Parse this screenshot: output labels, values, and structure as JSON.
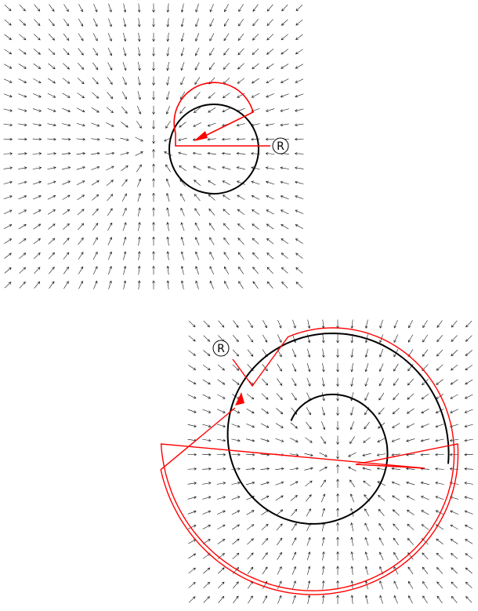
{
  "diagrams": [
    {
      "id": "top",
      "field": {
        "type": "radial-inflow",
        "rows": 20,
        "cols": 21
      },
      "marker_label": "R",
      "curve_black": "circle",
      "curve_red": "wedge-contour",
      "arrow_color": "#ff0000",
      "curve_color": "#000000"
    },
    {
      "id": "bottom",
      "field": {
        "type": "radial-inflow",
        "rows": 20,
        "cols": 21
      },
      "marker_label": "R",
      "curve_black": "spiral",
      "curve_red": "offset-spiral-contour",
      "arrow_color": "#ff0000",
      "curve_color": "#000000"
    }
  ]
}
